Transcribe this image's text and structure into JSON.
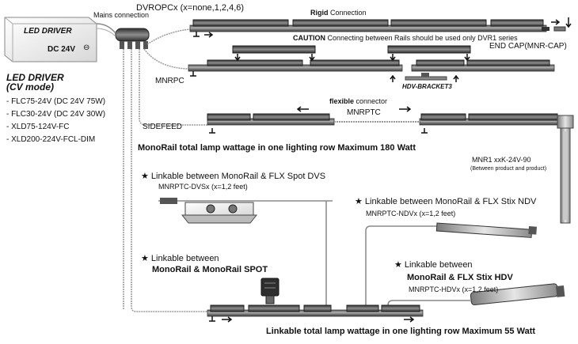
{
  "driver_box": {
    "title": "LED DRIVER",
    "voltage": "DC 24V",
    "mains_label": "Mains connection",
    "polarity_symbol": "⊖"
  },
  "driver_list": {
    "title_line1": "LED DRIVER",
    "title_line2": "(CV mode)",
    "items": [
      "- FLC75-24V (DC 24V 75W)",
      "- FLC30-24V (DC 24V 30W)",
      "- XLD75-124V-FC",
      "- XLD200-224V-FCL-DIM"
    ]
  },
  "labels": {
    "dvropc": "DVROPCx (x=none,1,2,4,6)",
    "rigid_prefix": "Rigid",
    "rigid_suffix": " Connection",
    "caution_prefix": "CAUTION",
    "caution_text": " Connecting between Rails should be used only DVR1 series",
    "end_cap": "END CAP(MNR-CAP)",
    "mnrpc": "MNRPC",
    "hdv_bracket": "HDV-BRACKET3",
    "flexible_prefix": "flexible",
    "flexible_suffix": " connector",
    "mnrptc": "MNRPTC",
    "sidefeed": "SIDEFEED",
    "max_180": "MonoRail total lamp wattage in one lighting row Maximum 180 Watt",
    "mnr1": "MNR1 xxK-24V-90",
    "between": "(Between product and product)",
    "star": "★",
    "dvs_text": " Linkable between MonoRail & FLX Spot DVS",
    "dvs_part": "MNRPTC-DVSx (x=1,2 feet)",
    "ndv_text": " Linkable between MonoRail & FLX Stix NDV",
    "ndv_part": "MNRPTC-NDVx (x=1,2 feet)",
    "spot_line1": " Linkable between",
    "spot_line2": "MonoRail & MonoRail SPOT",
    "hdv_line1": " Linkable between",
    "hdv_line2": "MonoRail & FLX Stix HDV",
    "hdv_part": "MNRPTC-HDVx (x=1,2 feet)",
    "max_55": "Linkable total lamp wattage in one lighting row Maximum 55 Watt"
  },
  "colors": {
    "rail": "#6b6b6b",
    "rail_light": "#9a9a9a",
    "rail_dark": "#3c3c3c",
    "wire": "#8a8a8a"
  }
}
